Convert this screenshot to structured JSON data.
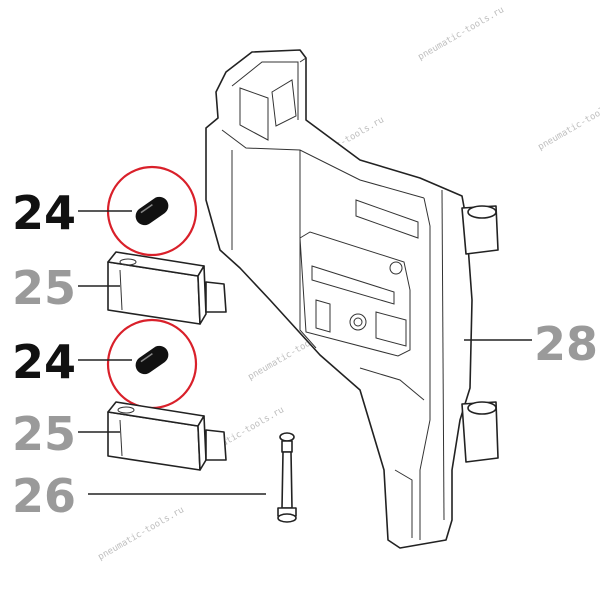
{
  "callouts": [
    {
      "id": "c1",
      "text": "24",
      "highlighted": true
    },
    {
      "id": "c2",
      "text": "25",
      "highlighted": false
    },
    {
      "id": "c3",
      "text": "24",
      "highlighted": true
    },
    {
      "id": "c4",
      "text": "25",
      "highlighted": false
    },
    {
      "id": "c5",
      "text": "26",
      "highlighted": false
    },
    {
      "id": "c6",
      "text": "28",
      "highlighted": false
    }
  ],
  "watermark": "pneumatic-tools.ru",
  "colors": {
    "dark_label": "#111111",
    "light_label": "#9a9a9a",
    "highlight_ring": "#d9202a",
    "line": "#222222",
    "plug_fill": "#111111"
  }
}
